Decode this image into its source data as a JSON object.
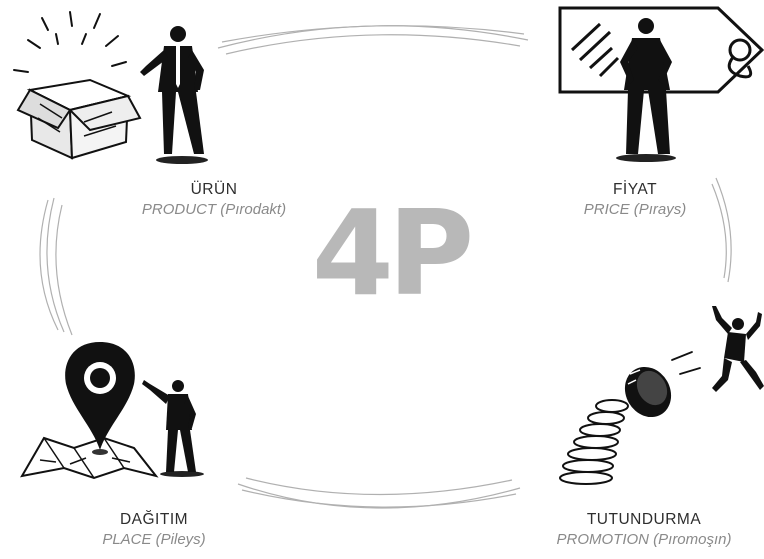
{
  "center_title": "4P",
  "quadrants": {
    "product": {
      "label_tr": "ÜRÜN",
      "label_en": "PRODUCT (Pırodakt)"
    },
    "price": {
      "label_tr": "FİYAT",
      "label_en": "PRICE (Pırays)"
    },
    "place": {
      "label_tr": "DAĞITIM",
      "label_en": "PLACE (Pileys)"
    },
    "promotion": {
      "label_tr": "TUTUNDURMA",
      "label_en": "PROMOTION (Pıromoşın)"
    }
  },
  "colors": {
    "title": "#b8b8b8",
    "label_primary": "#2e2e2e",
    "label_secondary": "#8a8a8a",
    "arcs": "#b0b0b0",
    "ink": "#111111"
  }
}
